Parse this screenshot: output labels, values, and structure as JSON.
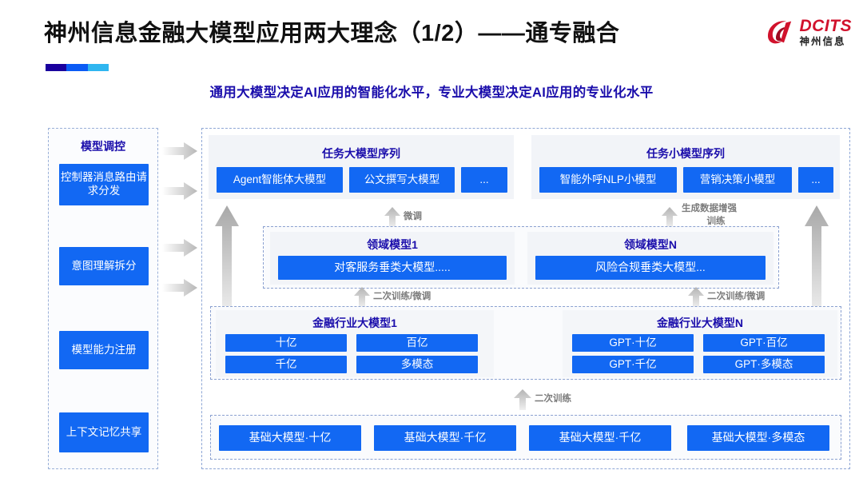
{
  "header": {
    "title": "神州信息金融大模型应用两大理念（1/2）——通专融合",
    "subtitle": "通用大模型决定AI应用的智能化水平，专业大模型决定AI应用的专业化水平",
    "accent_colors": [
      "#1a009e",
      "#0b5bf5",
      "#2fb6f0"
    ],
    "logo": {
      "en": "DCITS",
      "cn": "神州信息",
      "mark": "dcits-swirl-icon",
      "color": "#d1122c"
    }
  },
  "theme": {
    "chip_blue": "#1268f3",
    "heading_blue": "#1a0dab",
    "panel_gray": "#f2f4f8",
    "dashed_border": "#8fa7d6",
    "arrow_gray": "#c9c9c9"
  },
  "left_panel": {
    "title": "模型调控",
    "items": [
      {
        "label": "控制器消息路由请求分发"
      },
      {
        "label": "意图理解拆分"
      },
      {
        "label": "模型能力注册"
      },
      {
        "label": "上下文记忆共享"
      }
    ],
    "connector_count": 4,
    "connector_icon": "right-arrow-icon"
  },
  "task_sequences": [
    {
      "title": "任务大模型序列",
      "items": [
        "Agent智能体大模型",
        "公文撰写大模型",
        "..."
      ]
    },
    {
      "title": "任务小模型序列",
      "items": [
        "智能外呼NLP小模型",
        "营销决策小模型",
        "..."
      ]
    }
  ],
  "domain_models": [
    {
      "title": "领域模型1",
      "item": "对客服务垂类大模型....."
    },
    {
      "title": "领域模型N",
      "item": "风险合规垂类大模型..."
    }
  ],
  "finance_models": [
    {
      "title": "金融行业大模型1",
      "items": [
        "十亿",
        "百亿",
        "千亿",
        "多模态"
      ]
    },
    {
      "title": "金融行业大模型N",
      "items": [
        "GPT·十亿",
        "GPT·百亿",
        "GPT·千亿",
        "GPT·多模态"
      ]
    }
  ],
  "base_models": {
    "items": [
      "基础大模型·十亿",
      "基础大模型·千亿",
      "基础大模型·千亿",
      "基础大模型·多模态"
    ]
  },
  "flow_labels": {
    "finetune_left": "微调",
    "augment_right_line1": "生成数据增强",
    "augment_right_line2": "训练",
    "retrain_finetune_left": "二次训练/微调",
    "retrain_finetune_right": "二次训练/微调",
    "retrain_bottom": "二次训练"
  }
}
